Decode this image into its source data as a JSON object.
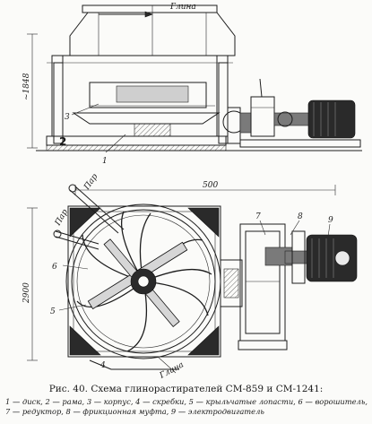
{
  "labels": {
    "glina_top": "Глина",
    "height_dim": "~1848",
    "part_3": "3",
    "part_2": "2",
    "part_1": "1",
    "width_dim": "500",
    "par_1": "Пар",
    "par_2": "Пар",
    "part_6": "6",
    "part_5": "5",
    "part_7": "7",
    "part_8": "8",
    "part_9": "9",
    "height_dim_2": "2900",
    "part_4": "4",
    "glina_bottom": "Глина"
  },
  "caption": {
    "title": "Рис. 40. Схема глинорастирателей СМ-859 и СМ-1241:",
    "legend": "1 — диск, 2 — рама, 3 — корпус, 4 — скребки, 5 — крыльчатые лопасти, 6 — ворошитель, 7 — редуктор, 8 — фрикционная муфта, 9 — электродвигатель"
  }
}
